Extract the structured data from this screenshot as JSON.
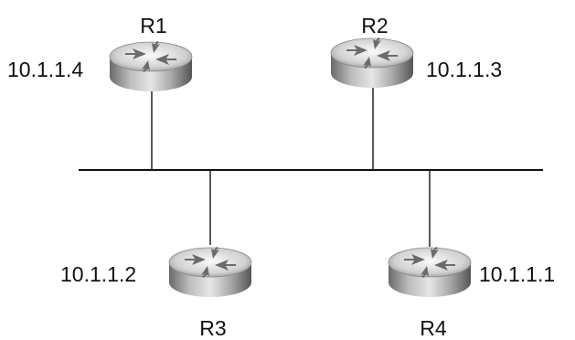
{
  "colors": {
    "router_light": "#f2f2f2",
    "router_mid": "#b3b3b3",
    "router_dark": "#5e5e5e",
    "line": "#222222"
  },
  "icons": {
    "router": "router-icon"
  },
  "routers": [
    {
      "id": "r1",
      "name": "R1",
      "ip": "10.1.1.4"
    },
    {
      "id": "r2",
      "name": "R2",
      "ip": "10.1.1.3"
    },
    {
      "id": "r3",
      "name": "R3",
      "ip": "10.1.1.2"
    },
    {
      "id": "r4",
      "name": "R4",
      "ip": "10.1.1.1"
    }
  ]
}
